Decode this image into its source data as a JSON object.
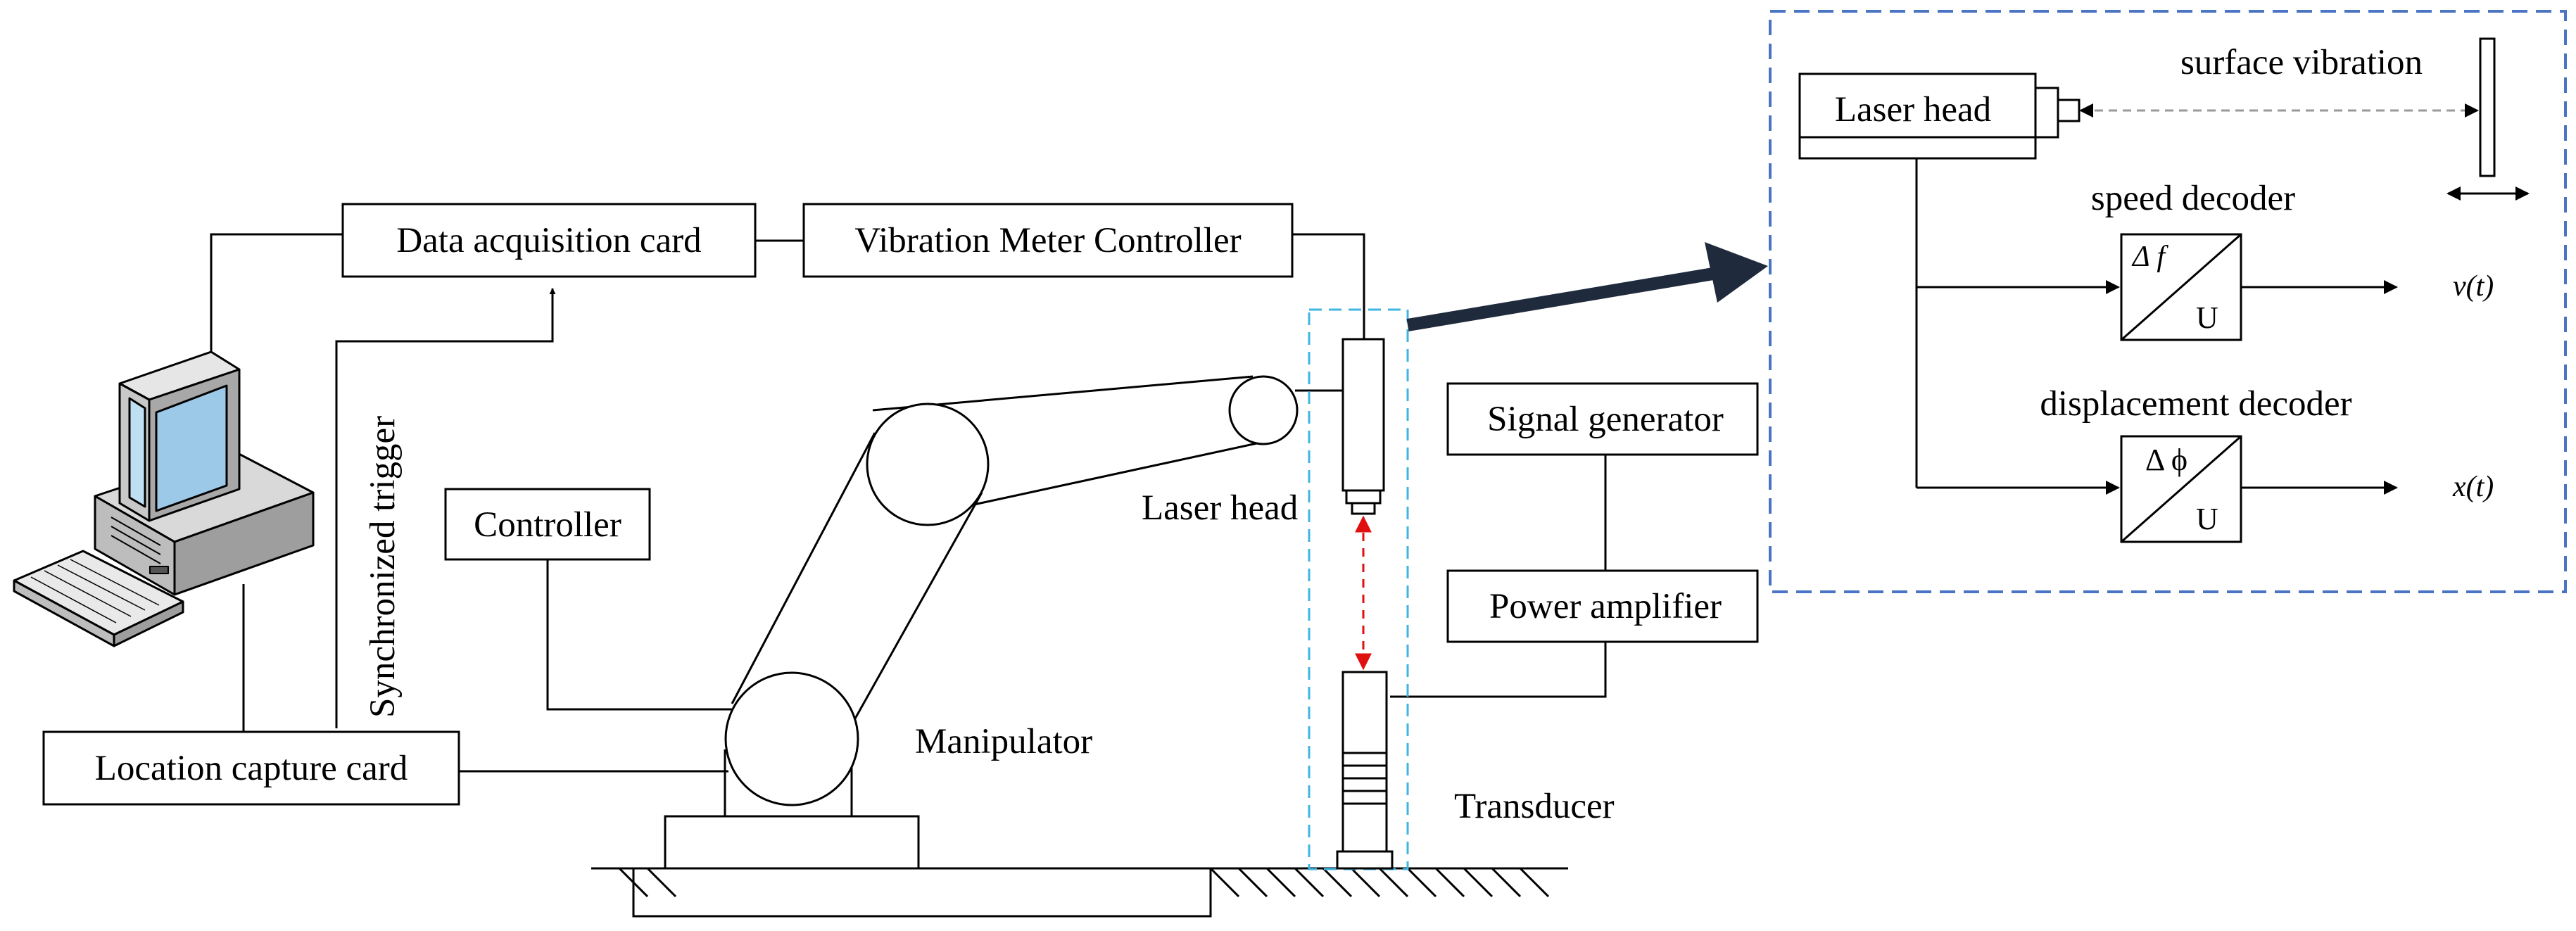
{
  "labels": {
    "data_acquisition_card": "Data acquisition card",
    "vibration_meter_controller": "Vibration Meter Controller",
    "synchronized_trigger": "Synchronized trigger",
    "controller": "Controller",
    "location_capture_card": "Location capture card",
    "manipulator": "Manipulator",
    "laser_head": "Laser head",
    "signal_generator": "Signal generator",
    "power_amplifier": "Power amplifier",
    "transducer": "Transducer"
  },
  "detail": {
    "laser_head": "Laser head",
    "surface_vibration": "surface vibration",
    "speed_decoder": "speed decoder",
    "displacement_decoder": "displacement decoder",
    "speed_symbol": "Δ f",
    "speed_unit": "U",
    "displacement_symbol": "Δ  ϕ",
    "displacement_unit": "U",
    "velocity_output": "v(t)",
    "displacement_output": "x(t)"
  },
  "colors": {
    "detail_border": "#4a74c4",
    "measurement_zone": "#3fb6e0",
    "laser_beam": "#e01010",
    "callout_arrow": "#1f2a3c"
  },
  "icons": [
    "computer-icon",
    "keyboard-icon",
    "robot-arm-icon",
    "laser-head-icon",
    "transducer-icon",
    "ground-icon"
  ]
}
